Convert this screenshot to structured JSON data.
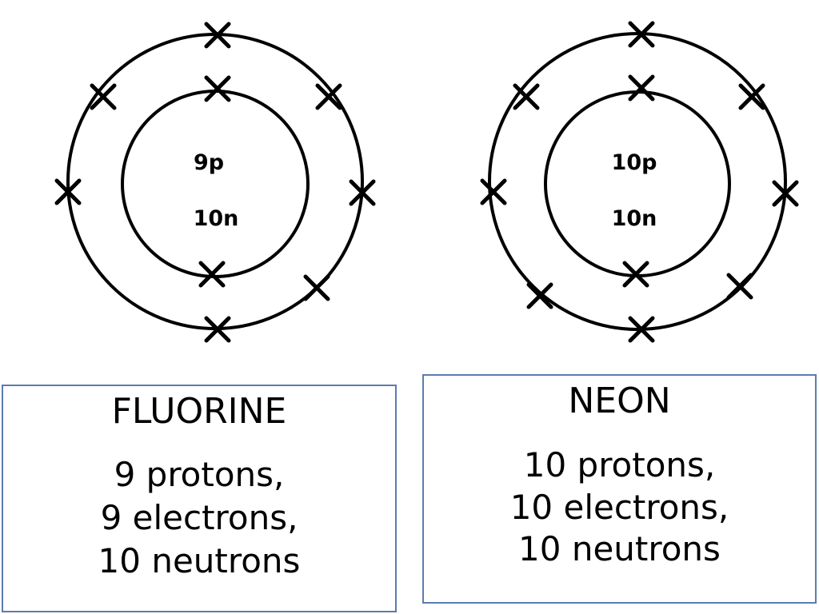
{
  "atoms": [
    {
      "element": "FLUORINE",
      "nucleus": {
        "protons_label": "9p",
        "neutrons_label": "10n"
      },
      "electron_shells": [
        2,
        7
      ],
      "summary": [
        "9 protons,",
        "9 electrons,",
        "10 neutrons"
      ]
    },
    {
      "element": "NEON",
      "nucleus": {
        "protons_label": "10p",
        "neutrons_label": "10n"
      },
      "electron_shells": [
        2,
        8
      ],
      "summary": [
        "10 protons,",
        "10 electrons,",
        "10 neutrons"
      ]
    }
  ],
  "colors": {
    "stroke": "#000000",
    "box_border": "#5b7bb0",
    "background": "#ffffff"
  }
}
